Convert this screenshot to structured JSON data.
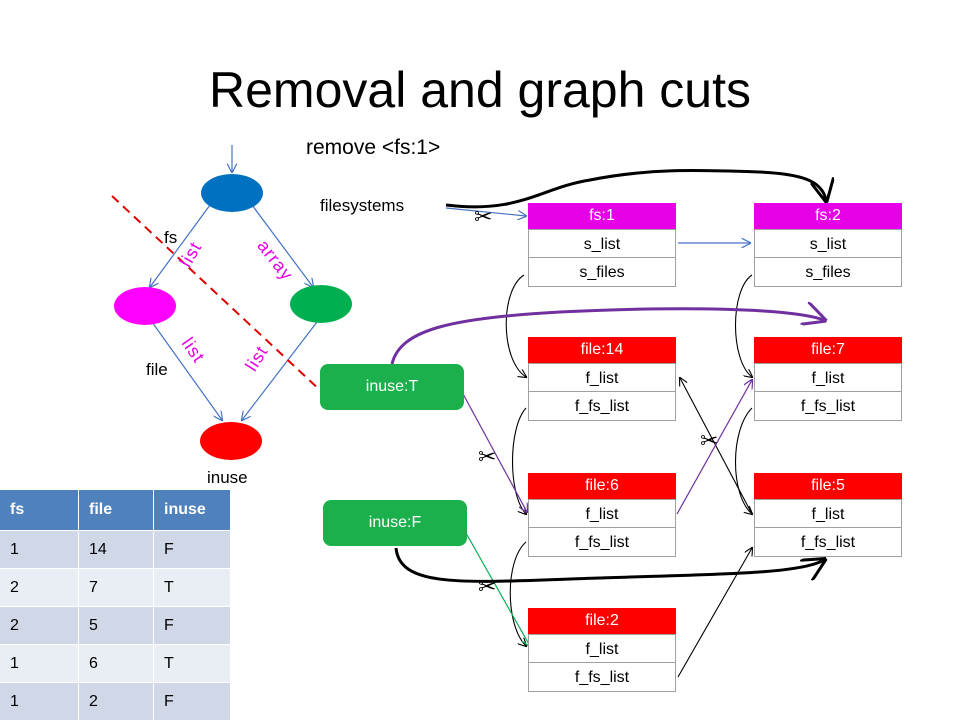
{
  "title": "Removal and graph cuts",
  "remove_label": "remove <fs:1>",
  "filesystems_label": "filesystems",
  "graph": {
    "labels": {
      "fs": "fs",
      "file": "file",
      "inuse": "inuse"
    },
    "edge_labels": {
      "list_1": "list",
      "array": "array",
      "list_2": "list",
      "list_3": "list"
    },
    "colors": {
      "fs": "#0070c0",
      "file": "#ff00ff",
      "array_node": "#00b050",
      "inuse": "#ff0000"
    }
  },
  "records": {
    "fs1": {
      "head": "fs:1",
      "fields": [
        "s_list",
        "s_files"
      ]
    },
    "fs2": {
      "head": "fs:2",
      "fields": [
        "s_list",
        "s_files"
      ]
    },
    "file14": {
      "head": "file:14",
      "fields": [
        "f_list",
        "f_fs_list"
      ]
    },
    "file7": {
      "head": "file:7",
      "fields": [
        "f_list",
        "f_fs_list"
      ]
    },
    "file6": {
      "head": "file:6",
      "fields": [
        "f_list",
        "f_fs_list"
      ]
    },
    "file5": {
      "head": "file:5",
      "fields": [
        "f_list",
        "f_fs_list"
      ]
    },
    "file2": {
      "head": "file:2",
      "fields": [
        "f_list",
        "f_fs_list"
      ]
    }
  },
  "record_colors": {
    "fs": "#e600e6",
    "file": "#ff0000"
  },
  "inuse_boxes": {
    "t": "inuse:T",
    "f": "inuse:F"
  },
  "table": {
    "headers": [
      "fs",
      "file",
      "inuse"
    ],
    "rows": [
      [
        "1",
        "14",
        "F"
      ],
      [
        "2",
        "7",
        "T"
      ],
      [
        "2",
        "5",
        "F"
      ],
      [
        "1",
        "6",
        "T"
      ],
      [
        "1",
        "2",
        "F"
      ]
    ]
  },
  "icons": {
    "scissors": "scissors-icon"
  }
}
